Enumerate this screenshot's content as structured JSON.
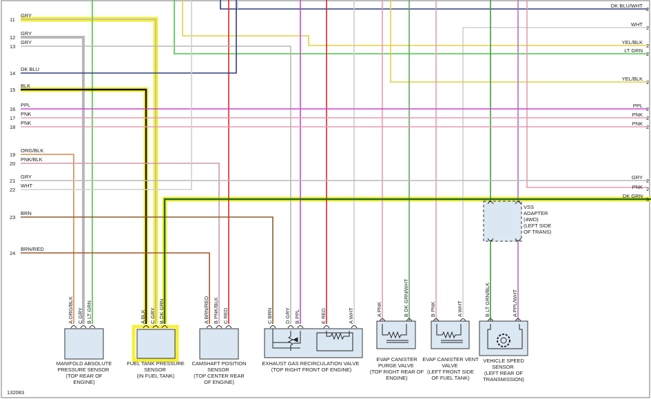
{
  "figure_id": "132083",
  "wire_colors": {
    "GRY": "#b8b8b8",
    "DK BLU": "#2a3c7a",
    "BLK": "#111111",
    "PPL": "#cc44cc",
    "PNK": "#e79ab4",
    "ORG/BLK": "#d28a4a",
    "PNK/BLK": "#cf98a8",
    "WHT": "#cfcfcf",
    "BRN": "#8a5a2a",
    "BRN/RED": "#a0522d",
    "LT GRN": "#44c844",
    "YEL/BLK": "#e0d040",
    "RED": "#e02020",
    "DK GRN": "#1f6b1f",
    "DK BLU/WHT": "#2a3c7a",
    "GRN/WHT": "#55aa55",
    "GRN/BLK": "#3c9a3c",
    "PPL/WHT": "#b070c0",
    "highlight": "#f5f03a",
    "box_fill": "#dbe8f3"
  },
  "left_wires": [
    {
      "num": "11",
      "color": "GRY"
    },
    {
      "num": "12",
      "color": "GRY"
    },
    {
      "num": "13",
      "color": "GRY"
    },
    {
      "num": "14",
      "color": "DK BLU"
    },
    {
      "num": "15",
      "color": "BLK"
    },
    {
      "num": "16",
      "color": "PPL"
    },
    {
      "num": "17",
      "color": "PNK"
    },
    {
      "num": "18",
      "color": "PNK"
    },
    {
      "num": "19",
      "color": "ORG/BLK"
    },
    {
      "num": "20",
      "color": "PNK/BLK"
    },
    {
      "num": "21",
      "color": "GRY"
    },
    {
      "num": "22",
      "color": "WHT"
    },
    {
      "num": "23",
      "color": "BRN"
    },
    {
      "num": "24",
      "color": "BRN/RED"
    }
  ],
  "right_wires": [
    {
      "color": "DK BLU/WHT",
      "num": "2"
    },
    {
      "color": "WHT",
      "num": "2"
    },
    {
      "color": "YEL/BLK",
      "num": "2"
    },
    {
      "color": "LT GRN",
      "num": "2"
    },
    {
      "color": "YEL/BLK",
      "num": "2"
    },
    {
      "color": "PPL",
      "num": "2"
    },
    {
      "color": "PNK",
      "num": "2"
    },
    {
      "color": "PNK",
      "num": "2"
    },
    {
      "color": "GRY",
      "num": "2"
    },
    {
      "color": "PNK",
      "num": "2"
    },
    {
      "color": "DK GRN",
      "num": "3"
    }
  ],
  "components": [
    {
      "name": "MANIFOLD ABSOLUTE PRESSURE SENSOR",
      "location": "(TOP REAR OF ENGINE)",
      "pins": [
        {
          "id": "A",
          "color": "ORG/BLK"
        },
        {
          "id": "C",
          "color": "GRY"
        },
        {
          "id": "B",
          "color": "LT GRN"
        }
      ]
    },
    {
      "name": "FUEL TANK PRESSURE SENSOR",
      "location": "(IN FUEL TANK)",
      "pins": [
        {
          "id": "A",
          "color": "BLK"
        },
        {
          "id": "C",
          "color": "GRY"
        },
        {
          "id": "B",
          "color": "DK GRN"
        }
      ]
    },
    {
      "name": "CAMSHAFT POSITION SENSOR",
      "location": "(TOP CENTER REAR OF ENGINE)",
      "pins": [
        {
          "id": "A",
          "color": "BRN/RED"
        },
        {
          "id": "B",
          "color": "PNK/BLK"
        },
        {
          "id": "C",
          "color": "RED"
        }
      ]
    },
    {
      "name": "EXHAUST GAS RECIRCULATION VALVE",
      "location": "(TOP RIGHT FRONT OF ENGINE)",
      "pins": [
        {
          "id": "C",
          "color": "BRN"
        },
        {
          "id": "D",
          "color": "GRY"
        },
        {
          "id": "B",
          "color": "PPL"
        },
        {
          "id": "E",
          "color": "RED"
        },
        {
          "id": "A",
          "color": "WHT"
        }
      ]
    },
    {
      "name": "EVAP CANISTER PURGE VALVE",
      "location": "(TOP RIGHT REAR OF ENGINE)",
      "pins": [
        {
          "id": "A",
          "color": "PNK"
        },
        {
          "id": "B",
          "color": "DK GRN/WHT"
        }
      ]
    },
    {
      "name": "EVAP CANISTER VENT VALVE",
      "location": "(LEFT FRONT SIDE OF FUEL TANK)",
      "pins": [
        {
          "id": "B",
          "color": "PNK"
        },
        {
          "id": "A",
          "color": "WHT"
        }
      ]
    },
    {
      "name": "VEHICLE SPEED SENSOR",
      "location": "(LEFT REAR OF TRANSMISSION)",
      "pins": [
        {
          "id": "B",
          "color": "LT GRN/BLK"
        },
        {
          "id": "A",
          "color": "PPL/WHT"
        }
      ]
    }
  ],
  "vss_adapter": {
    "name": "VSS ADAPTER",
    "variant": "(4WD)",
    "location": "(LEFT SIDE OF TRANS)"
  }
}
